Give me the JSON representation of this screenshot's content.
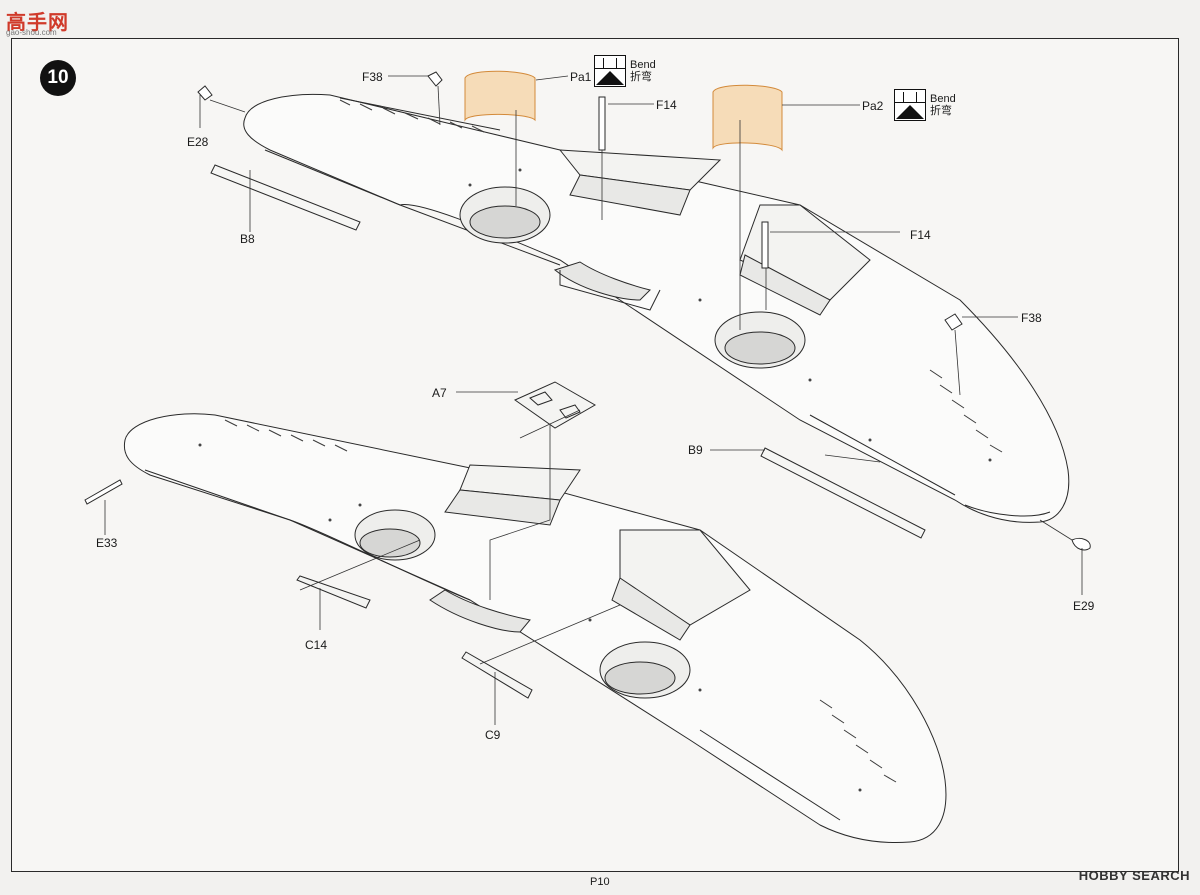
{
  "watermark": {
    "main": "高手网",
    "sub": "gao-shou.com"
  },
  "step": "10",
  "labels": {
    "F38_top": "F38",
    "Pa1": "Pa1",
    "F14_top": "F14",
    "Pa2": "Pa2",
    "F14_mid": "F14",
    "E28": "E28",
    "B8": "B8",
    "F38_right": "F38",
    "A7": "A7",
    "B9": "B9",
    "E33": "E33",
    "E29": "E29",
    "C14": "C14",
    "C9": "C9"
  },
  "bend": {
    "en": "Bend",
    "zh": "折弯"
  },
  "page_number": "P10",
  "brand": "HOBBY SEARCH"
}
